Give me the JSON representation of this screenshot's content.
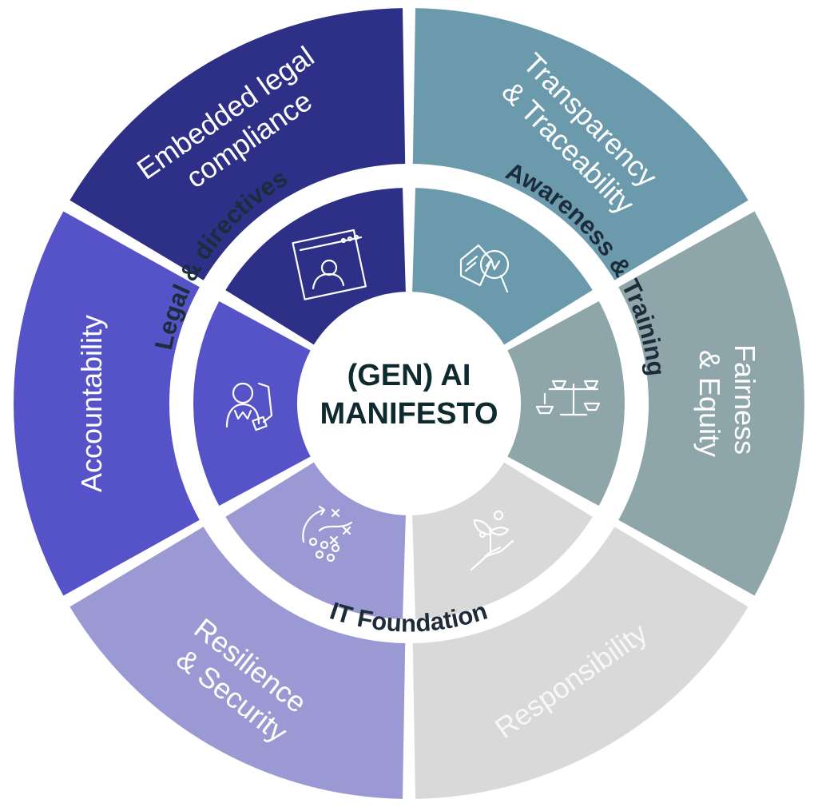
{
  "center": {
    "line1": "(GEN) AI",
    "line2": "MANIFESTO"
  },
  "pillars": [
    {
      "lines": [
        "Transparency",
        "& Traceability"
      ],
      "color": "#6b9aad"
    },
    {
      "lines": [
        "Fairness",
        "& Equity"
      ],
      "color": "#8ea5a9"
    },
    {
      "lines": [
        "Responsibility"
      ],
      "color": "#d9d9d9"
    },
    {
      "lines": [
        "Resilience",
        "& Security"
      ],
      "color": "#9a99d3"
    },
    {
      "lines": [
        "Accountability"
      ],
      "color": "#5653c8"
    },
    {
      "lines": [
        "Embedded legal",
        "compliance"
      ],
      "color": "#2e2f86"
    }
  ],
  "foundations": [
    {
      "label": "Legal & directives"
    },
    {
      "label": "Awareness & Training"
    },
    {
      "label": "IT Foundation"
    }
  ],
  "icons": [
    "magnifier-document-icon",
    "scales-icon",
    "hand-plant-icon",
    "strategy-play-icon",
    "person-certificate-icon",
    "browser-profile-icon"
  ]
}
